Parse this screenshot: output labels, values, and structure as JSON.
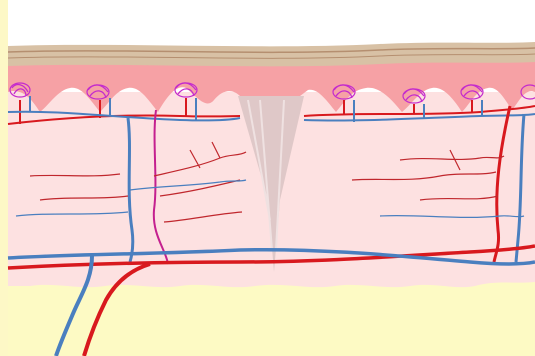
{
  "diagram": {
    "colors": {
      "background": "#ffffff",
      "left_margin": "#fdf8c6",
      "epidermis_top": "#d8c1a5",
      "epidermis_line": "#b58f70",
      "epidermis_pink": "#f6a1a5",
      "dermis": "#fde1e1",
      "subcutaneous": "#fdfac4",
      "artery": "#d8191e",
      "vein": "#4a7fbf",
      "nerve": "#c4208f",
      "papilla_loop": "#c42bcd",
      "wound": "#d9c3c3"
    },
    "structures": [
      {
        "name": "epidermis",
        "icon": "skin-layer"
      },
      {
        "name": "dermis",
        "icon": "skin-layer"
      },
      {
        "name": "subcutaneous-fat",
        "icon": "skin-layer"
      },
      {
        "name": "artery",
        "icon": "red-vessel"
      },
      {
        "name": "vein",
        "icon": "blue-vessel"
      },
      {
        "name": "capillary-loop",
        "icon": "loop"
      },
      {
        "name": "wound-cut",
        "icon": "wedge"
      }
    ]
  }
}
